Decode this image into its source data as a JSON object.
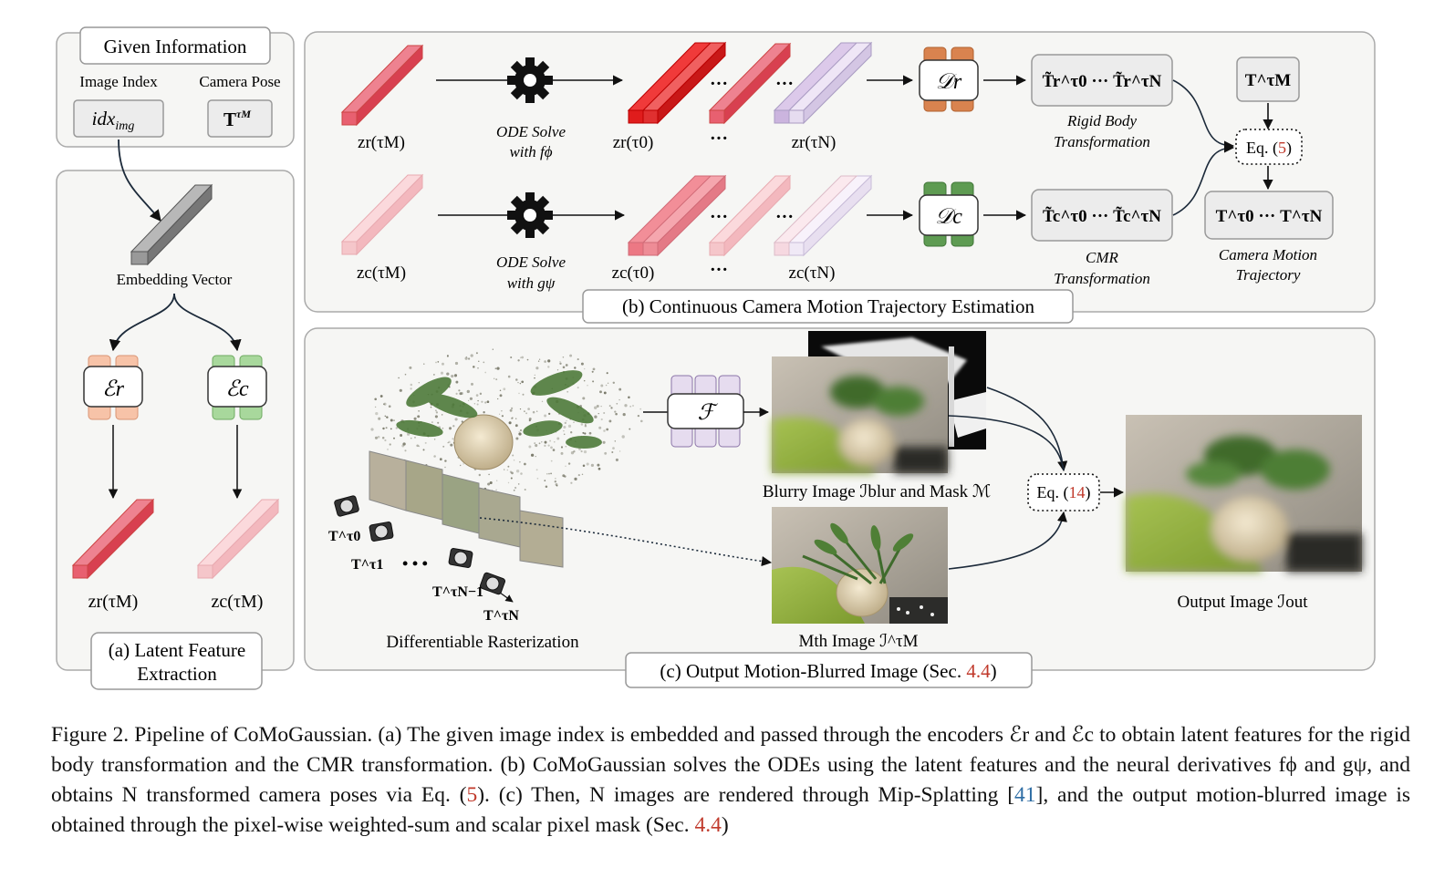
{
  "panel_a": {
    "given_info": "Given Information",
    "image_index_label": "Image Index",
    "camera_pose_label": "Camera Pose",
    "idx_box": "idx",
    "idx_sub": "img",
    "pose_box": "T",
    "pose_sup": "τM",
    "embedding": "Embedding Vector",
    "enc_r": "ℰr",
    "enc_c": "ℰc",
    "zr_label": "zr(τM)",
    "zc_label": "zc(τM)",
    "title_line1": "(a) Latent Feature",
    "title_line2": "Extraction"
  },
  "panel_b": {
    "zr_in": "zr(τM)",
    "zc_in": "zc(τM)",
    "ode_r_1": "ODE Solve",
    "ode_r_2": "with fϕ",
    "ode_c_1": "ODE Solve",
    "ode_c_2": "with gψ",
    "zr_t0": "zr(τ0)",
    "zr_tn": "zr(τN)",
    "zc_t0": "zc(τ0)",
    "zc_tn": "zc(τN)",
    "ellipsis": "···",
    "dec_r": "𝒟r",
    "dec_c": "𝒟c",
    "rigid_seq": "T̃r^τ0 ··· T̃r^τN",
    "rigid_1": "Rigid Body",
    "rigid_2": "Transformation",
    "cmr_seq": "T̃c^τ0 ··· T̃c^τN",
    "cmr_1": "CMR",
    "cmr_2": "Transformation",
    "t_tau_m": "T^τM",
    "eq5_pre": "Eq. (",
    "eq5_num": "5",
    "eq5_post": ")",
    "traj_seq": "T^τ0 ··· T^τN",
    "traj_1": "Camera Motion",
    "traj_2": "Trajectory",
    "title": "(b) Continuous Camera Motion Trajectory Estimation"
  },
  "panel_c": {
    "F": "ℱ",
    "blurry": "Blurry Image ℐblur and Mask ℳ",
    "mth": "Mth Image ℐ^τM",
    "eq14_pre": "Eq. (",
    "eq14_num": "14",
    "eq14_post": ")",
    "output": "Output Image ℐout",
    "raster": "Differentiable Rasterization",
    "t0": "T^τ0",
    "t1": "T^τ1",
    "tn1": "T^τN−1",
    "tn": "T^τN",
    "dots": "• • •",
    "title_pre": "(c) Output Motion-Blurred Image (Sec. ",
    "title_ref": "4.4",
    "title_post": ")"
  },
  "caption": {
    "p1": "Figure 2. Pipeline of CoMoGaussian. (a) The given image index is embedded and passed through the encoders ℰr and ℰc to obtain latent features for the rigid body transformation and the CMR transformation. (b) CoMoGaussian solves the ODEs using the latent features and the neural derivatives fϕ and gψ, and obtains N transformed camera poses via Eq. (",
    "ref5": "5",
    "p2": "). (c) Then, N images are rendered through Mip-Splatting [",
    "ref41": "41",
    "p3": "], and the output motion-blurred image is obtained through the pixel-wise weighted-sum and scalar pixel mask (Sec. ",
    "ref44": "4.4",
    "p4": ")"
  },
  "colors": {
    "red_strong": "#e02a2a",
    "red_mid": "#e8707a",
    "red_light": "#f2b8be",
    "lavender": "#d8c8e6",
    "orange": "#d9834f",
    "green": "#5e9b52",
    "purple": "#b9a6cc",
    "ref_red": "#c0392b",
    "ref_blue": "#2e6da4"
  }
}
